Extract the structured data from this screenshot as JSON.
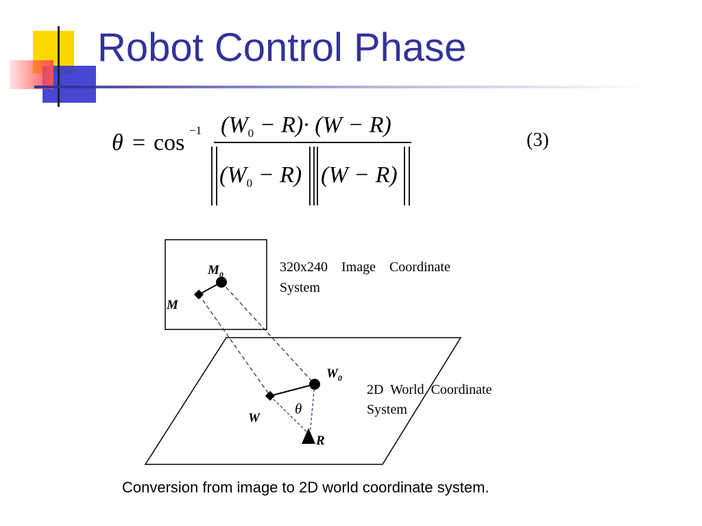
{
  "slide": {
    "title": "Robot Control Phase",
    "caption": "Conversion from image to 2D world coordinate system."
  },
  "colors": {
    "title": "#333399",
    "deco_yellow": "#FFD700",
    "deco_red": "#FF5050",
    "deco_blue": "#3333CC",
    "rule": "#333399"
  },
  "equation": {
    "lhs": "θ",
    "equals": "=",
    "func": "cos",
    "sup": "−1",
    "num_a": "(W",
    "num_a_sub": "0",
    "num_b": " − R)· (W − R)",
    "den_a": "(W",
    "den_a_sub": "0",
    "den_b": " − R)",
    "den_c": "(W − R)",
    "number": "(3)"
  },
  "diagram": {
    "image_system_label_1": "320x240    Image    Coordinate",
    "image_system_label_2": "System",
    "world_system_label_1": "2D  World  Coordinate",
    "world_system_label_2": "System",
    "label_M0": "M",
    "label_M0_sub": "0",
    "label_M": "M",
    "label_W0": "W",
    "label_W0_sub": "0",
    "label_W": "W",
    "label_theta": "θ",
    "label_R": "R"
  }
}
